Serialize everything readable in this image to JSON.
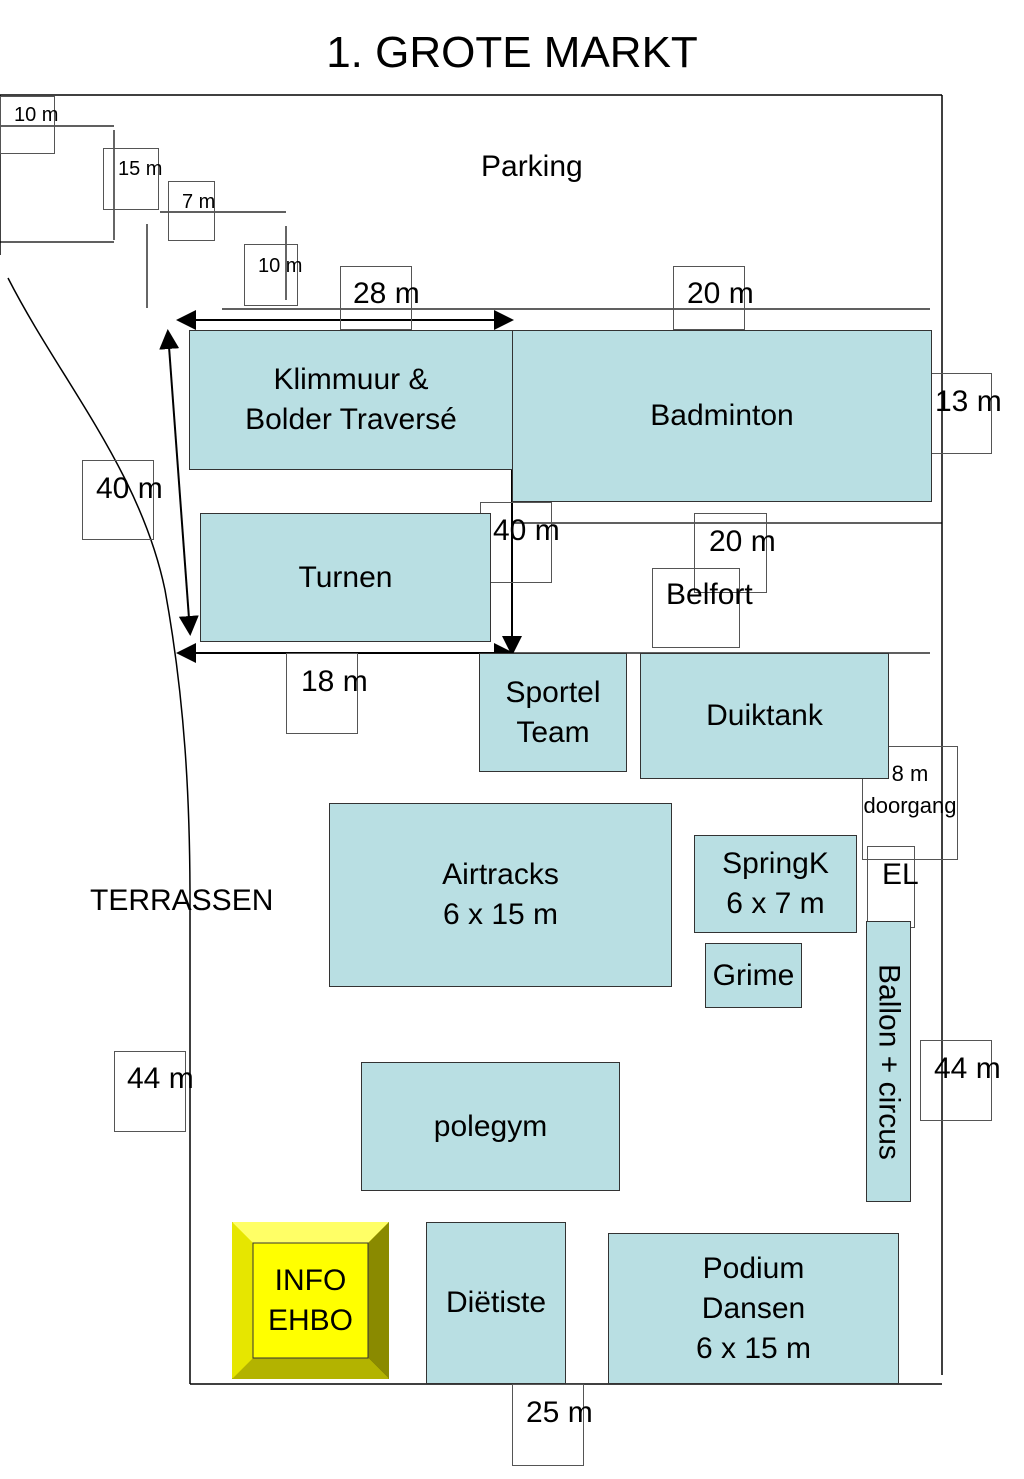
{
  "title": "1. GROTE MARKT",
  "labels": {
    "parking": "Parking",
    "terrassen": "TERRASSEN",
    "belfort": "Belfort",
    "el": "EL"
  },
  "zones": {
    "klimmuur": "Klimmuur &\nBolder Traversé",
    "badminton": "Badminton",
    "turnen": "Turnen",
    "sportel": "Sportel\nTeam",
    "duiktank": "Duiktank",
    "airtracks": "Airtracks\n6 x 15 m",
    "springk": "SpringK\n6 x 7 m",
    "grime": "Grime",
    "ballon": "Ballon + circus",
    "polegym": "polegym",
    "info": "INFO\nEHBO",
    "dietiste": "Diëtiste",
    "podium": "Podium\nDansen\n6 x 15 m"
  },
  "dimensions": {
    "d10a": "10 m",
    "d15": "15 m",
    "d7": "7 m",
    "d10b": "10 m",
    "d28": "28 m",
    "d20a": "20 m",
    "d13": "13 m",
    "d40a": "40 m",
    "d40b": "40 m",
    "d20b": "20 m",
    "d18": "18 m",
    "d8": "8 m\ndoorgang",
    "d44a": "44 m",
    "d44b": "44 m",
    "d25": "25 m"
  },
  "colors": {
    "zone_fill": "#b9dfe3",
    "info_fill": "#ffff00"
  }
}
